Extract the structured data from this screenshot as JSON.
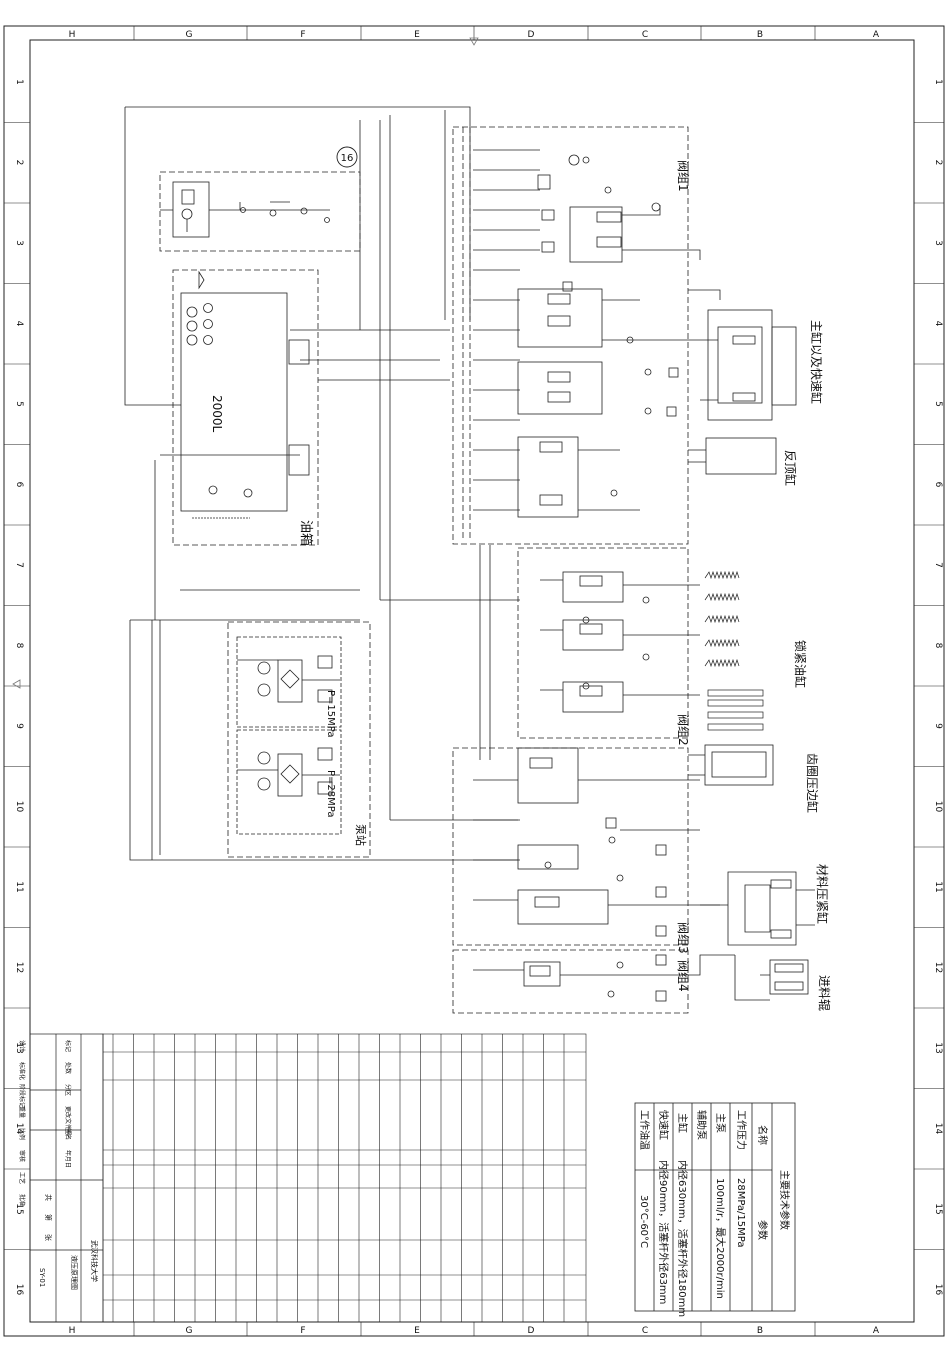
{
  "border": {
    "top_letters": [
      "H",
      "G",
      "F",
      "E",
      "D",
      "C",
      "B",
      "A"
    ],
    "bottom_letters": [
      "H",
      "G",
      "F",
      "E",
      "D",
      "C",
      "B",
      "A"
    ],
    "side_numbers": [
      "1",
      "2",
      "3",
      "4",
      "5",
      "6",
      "7",
      "8",
      "9",
      "10",
      "11",
      "12",
      "13",
      "14",
      "15",
      "16"
    ]
  },
  "labels": {
    "valve_group_1": "阀组1",
    "valve_group_2": "阀组2",
    "valve_group_3": "阀组3",
    "valve_group_4": "阀组4",
    "tank_volume": "2000L",
    "tank": "油箱",
    "pump_station": "泵站",
    "pump_pressure_1": "P=15MPa",
    "pump_pressure_2": "P=28MPa",
    "main_cyl": "主缸以及快速缸",
    "eject_cyl": "反顶缸",
    "lock_cyl": "锁紧油缸",
    "gear_cyl": "齿圈压边缸",
    "clamp_cyl": "材料压紧缸",
    "feed_roll": "进料辊",
    "balloon": "16"
  },
  "spec_table": {
    "title": "主要技术参数",
    "header": [
      "名称",
      "参数"
    ],
    "rows": [
      [
        "工作压力",
        "28MPa/15MPa"
      ],
      [
        "主泵",
        "100ml/r，最大2000r/min"
      ],
      [
        "辅助泵",
        ""
      ],
      [
        "主缸",
        "内径630mm，活塞杆外径180mm"
      ],
      [
        "快速缸",
        "内径90mm，活塞杆外径63mm"
      ],
      [
        "工作油温",
        "30°C-60°C"
      ]
    ]
  },
  "title_block": {
    "school": "武汉科技大学",
    "drawing": "液压原理图",
    "code": "SY-01",
    "sheet_total": "共",
    "sheet_no": "第",
    "page": "张"
  },
  "signatures": {
    "labels": [
      "标记",
      "处数",
      "分区",
      "更改文件号",
      "签名",
      "年月日",
      "设计",
      "标准化",
      "阶段标记",
      "重量",
      "比例",
      "审核",
      "工艺",
      "批准"
    ]
  }
}
